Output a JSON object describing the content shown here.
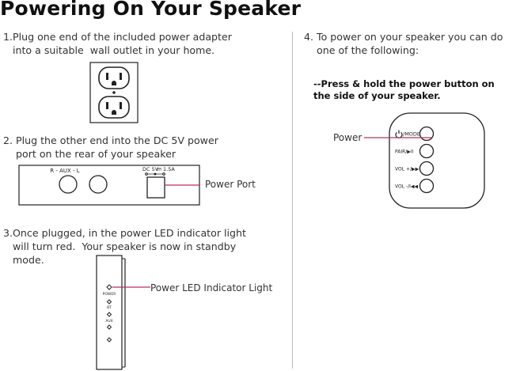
{
  "title": "Powering On Your Speaker",
  "steps": {
    "s1_l1": "1.Plug one end of the included power adapter",
    "s1_l2": "   into a suitable  wall outlet in your home.",
    "s2_l1": "2. Plug the other end into the DC 5V power",
    "s2_l2": "    port on the rear of your speaker",
    "s3_l1": "3.Once plugged, in the power LED indicator light",
    "s3_l2": "   will turn red.  Your speaker is now in standby",
    "s3_l3": "   mode.",
    "s4_l1": "4. To power on your speaker you can do",
    "s4_l2": "    one of the following:",
    "s4_b1": "--Press & hold the power button on",
    "s4_b2": "the side of your speaker."
  },
  "rear_panel": {
    "aux_label": "R  -  AUX  -  L",
    "dc_label": "DC 5V",
    "dc_rating": "1.5A",
    "callout": "Power Port"
  },
  "side_panel": {
    "power_text": "POWER",
    "bt_text": "BT",
    "aux_text": "AUX",
    "callout": "Power LED Indicator Light"
  },
  "speaker_buttons": {
    "callout": "Power",
    "mode": "/MODE",
    "pair": "PAIR/▶II",
    "vol_up": "VOL +/▶▶I",
    "vol_down": "VOL -/I◀◀"
  },
  "colors": {
    "accent": "#d0206a"
  }
}
